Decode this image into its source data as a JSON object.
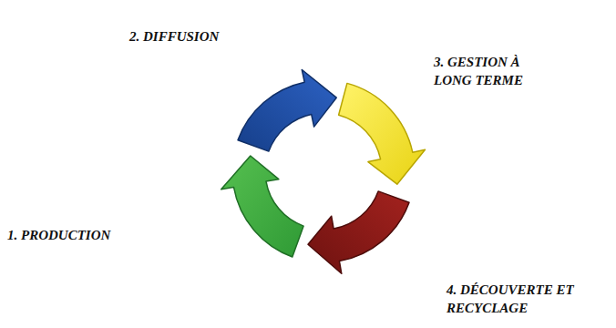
{
  "diagram": {
    "labels": [
      "2. DIFFUSION",
      "3. GESTION À LONG TERME",
      "1. PRODUCTION",
      "4. DÉCOUVERTE ET RECYCLAGE"
    ]
  }
}
